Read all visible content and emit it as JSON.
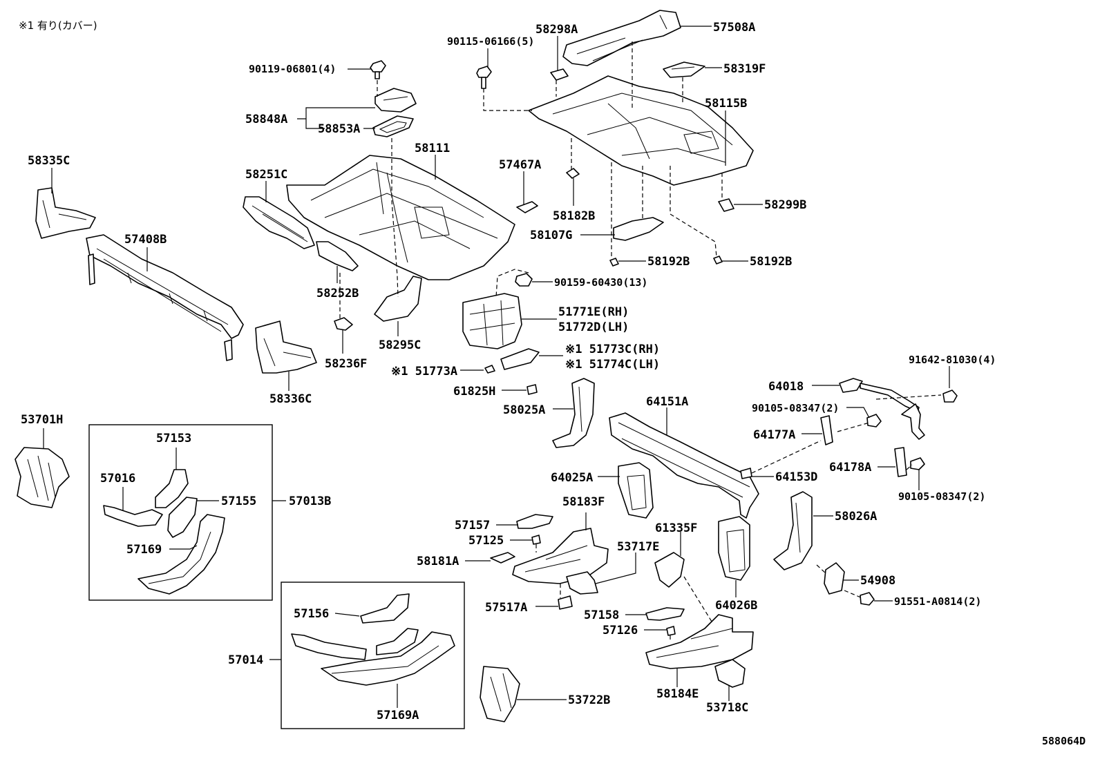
{
  "note": "※1 有り(カバー)",
  "figure_code": "588064D",
  "labels": {
    "p57508A": "57508A",
    "p58298A": "58298A",
    "p90115": "90115-06166(5)",
    "p58319F": "58319F",
    "p90119": "90119-06801(4)",
    "p58115B": "58115B",
    "p58848A": "58848A",
    "p58853A": "58853A",
    "p58335C": "58335C",
    "p58111": "58111",
    "p57467A": "57467A",
    "p58251C": "58251C",
    "p58182B": "58182B",
    "p58299B": "58299B",
    "p58107G": "58107G",
    "p57408B": "57408B",
    "p58192B_a": "58192B",
    "p58192B_b": "58192B",
    "p90159": "90159-60430(13)",
    "p58252B": "58252B",
    "p51771E": "51771E(RH)",
    "p51772D": "51772D(LH)",
    "p58295C": "58295C",
    "p51773C": "※1 51773C(RH)",
    "p51774C": "※1 51774C(LH)",
    "p58236F": "58236F",
    "p51773A": "※1 51773A",
    "p91642": "91642-81030(4)",
    "p58336C": "58336C",
    "p64018": "64018",
    "p61825H": "61825H",
    "p64151A": "64151A",
    "p90105_a": "90105-08347(2)",
    "p58025A": "58025A",
    "p53701H": "53701H",
    "p64177A": "64177A",
    "p57153": "57153",
    "p64178A": "64178A",
    "p64025A": "64025A",
    "p64153D": "64153D",
    "p57016": "57016",
    "p57155": "57155",
    "p57013B": "57013B",
    "p90105_b": "90105-08347(2)",
    "p58183F": "58183F",
    "p58026A": "58026A",
    "p57157": "57157",
    "p61335F": "61335F",
    "p57169": "57169",
    "p57125": "57125",
    "p53717E": "53717E",
    "p58181A": "58181A",
    "p54908": "54908",
    "p91551": "91551-A0814(2)",
    "p64026B": "64026B",
    "p57517A": "57517A",
    "p57156": "57156",
    "p57158": "57158",
    "p57126": "57126",
    "p57014": "57014",
    "p53722B": "53722B",
    "p58184E": "58184E",
    "p57169A": "57169A",
    "p53718C": "53718C"
  }
}
